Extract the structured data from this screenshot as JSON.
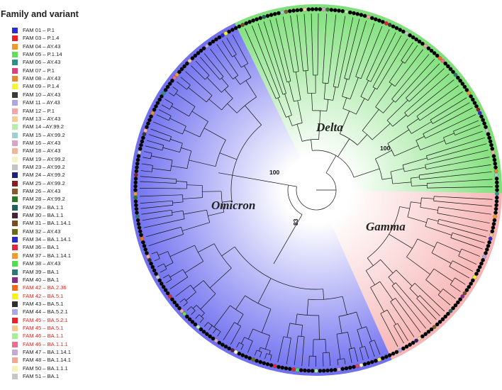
{
  "legend": {
    "title": "Family and variant",
    "items": [
      {
        "label": "FAM 01 – P.1",
        "color": "#2b2bd6",
        "highlight": false
      },
      {
        "label": "FAM 03 – P.1.4",
        "color": "#e8232d",
        "highlight": false
      },
      {
        "label": "FAM 04 – AY.43",
        "color": "#f19a2a",
        "highlight": false
      },
      {
        "label": "FAM 05 – P.1.14",
        "color": "#5fe05a",
        "highlight": false
      },
      {
        "label": "FAM 06 – AY.43",
        "color": "#2f8f8d",
        "highlight": false
      },
      {
        "label": "FAM 07 – P.1",
        "color": "#e0407a",
        "highlight": false
      },
      {
        "label": "FAM 08 – AY.43",
        "color": "#e8892a",
        "highlight": false
      },
      {
        "label": "FAM 09 – P.1.4",
        "color": "#f7f23a",
        "highlight": false
      },
      {
        "label": "FAM 10 – AY.43",
        "color": "#3a3a3a",
        "highlight": false
      },
      {
        "label": "FAM 11 – AY.43",
        "color": "#a9a6e6",
        "highlight": false
      },
      {
        "label": "FAM 12 – P.1",
        "color": "#f4a3a8",
        "highlight": false
      },
      {
        "label": "FAM 13 – AY.43",
        "color": "#f2cf9a",
        "highlight": false
      },
      {
        "label": "FAM 14 –AY.99.2",
        "color": "#b7eeab",
        "highlight": false
      },
      {
        "label": "FAM 15 – AY.99.2",
        "color": "#9cd3d2",
        "highlight": false
      },
      {
        "label": "FAM 16 – AY.43",
        "color": "#d9a3c9",
        "highlight": false
      },
      {
        "label": "FAM 18 – AY.43",
        "color": "#f2b59a",
        "highlight": false
      },
      {
        "label": "FAM 19 – AY.99.2",
        "color": "#f7f2c2",
        "highlight": false
      },
      {
        "label": "FAM 23 – AY.99.2",
        "color": "#c5c5c5",
        "highlight": false
      },
      {
        "label": "FAM 24 – AY.99.2",
        "color": "#1f1f78",
        "highlight": false
      },
      {
        "label": "FAM 25 – AY.99.2",
        "color": "#8a1f23",
        "highlight": false
      },
      {
        "label": "FAM 26 – AY.43",
        "color": "#8a5a2a",
        "highlight": false
      },
      {
        "label": "FAM 28 – AY.99.2",
        "color": "#2a7a28",
        "highlight": false
      },
      {
        "label": "FAM 29 – BA.1.1",
        "color": "#1f5f5e",
        "highlight": false
      },
      {
        "label": "FAM 30 – BA.1.1",
        "color": "#4a1f3a",
        "highlight": false
      },
      {
        "label": "FAM 31 – BA.1.14.1",
        "color": "#7a4a20",
        "highlight": false
      },
      {
        "label": "FAM 32 – AY.43",
        "color": "#6a6a1a",
        "highlight": false
      },
      {
        "label": "FAM 34 – BA.1.14.1",
        "color": "#2a2ad0",
        "highlight": false
      },
      {
        "label": "FAM 36 – BA.1",
        "color": "#e0283a",
        "highlight": false
      },
      {
        "label": "FAM 37 – BA.1.14.1",
        "color": "#f29a2c",
        "highlight": false
      },
      {
        "label": "FAM 38 – AY.43",
        "color": "#4fe04a",
        "highlight": false
      },
      {
        "label": "FAM 39 – BA.1",
        "color": "#2a7a78",
        "highlight": false
      },
      {
        "label": "FAM 40 – BA.1",
        "color": "#8a2a8a",
        "highlight": false
      },
      {
        "label": "FAM 42 – BA.2.36",
        "color": "#f26a1a",
        "highlight": true
      },
      {
        "label": "FAM 42 – BA.5.1",
        "color": "#f7f21a",
        "highlight": true
      },
      {
        "label": "FAM 43 – BA.5.1",
        "color": "#2f2f2f",
        "highlight": false
      },
      {
        "label": "FAM 44 – BA.5.2.1",
        "color": "#a9a6e6",
        "highlight": false
      },
      {
        "label": "FAM 45 – BA.5.2.1",
        "color": "#e8232d",
        "highlight": true
      },
      {
        "label": "FAM 45 – BA.5.1",
        "color": "#f5c98a",
        "highlight": true
      },
      {
        "label": "FAM 46 – BA.1.1",
        "color": "#a7ef9a",
        "highlight": true
      },
      {
        "label": "FAM 46 – BA.1.1.1",
        "color": "#e86f8f",
        "highlight": true
      },
      {
        "label": "FAM 47 – BA.1.14.1",
        "color": "#c9a8d8",
        "highlight": false
      },
      {
        "label": "FAM 48 – BA.1.14.1",
        "color": "#f0a897",
        "highlight": false
      },
      {
        "label": "FAM 50 – BA.1.1.1",
        "color": "#f7f3b5",
        "highlight": false
      },
      {
        "label": "FAM 51 – BA.1",
        "color": "#c6c6c6",
        "highlight": false
      }
    ]
  },
  "clades": {
    "delta": {
      "label": "Delta",
      "color": "#7fe07a"
    },
    "gamma": {
      "label": "Gamma",
      "color": "#f7b4b4"
    },
    "omicron": {
      "label": "Omicron",
      "color": "#6f6ff0"
    }
  },
  "support_values": {
    "delta": "100",
    "omicron": "100",
    "gamma": "83"
  }
}
